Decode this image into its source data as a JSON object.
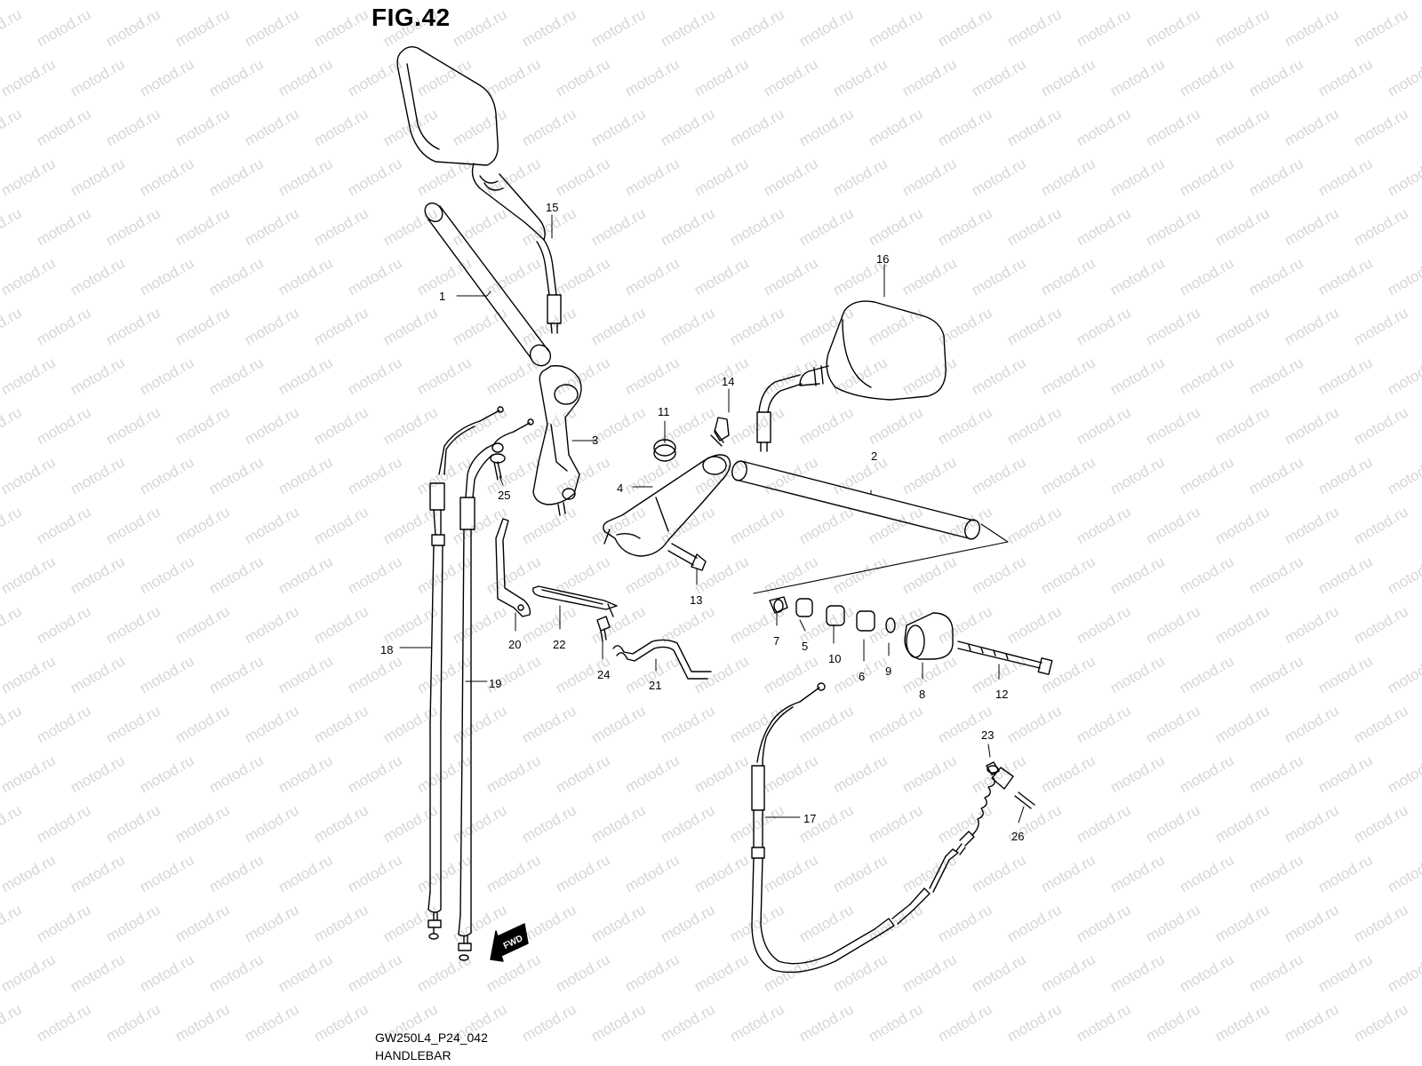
{
  "figure": {
    "title": "FIG.42",
    "code": "GW250L4_P24_042",
    "name": "HANDLEBAR",
    "watermark_text": "motod.ru",
    "watermark_color": "#d6d6d6",
    "line_color": "#000000",
    "fwd_label": "FWD"
  },
  "callouts": [
    "1",
    "2",
    "3",
    "4",
    "5",
    "6",
    "7",
    "8",
    "9",
    "10",
    "11",
    "12",
    "13",
    "14",
    "15",
    "16",
    "17",
    "18",
    "19",
    "20",
    "21",
    "22",
    "23",
    "24",
    "25",
    "26"
  ]
}
